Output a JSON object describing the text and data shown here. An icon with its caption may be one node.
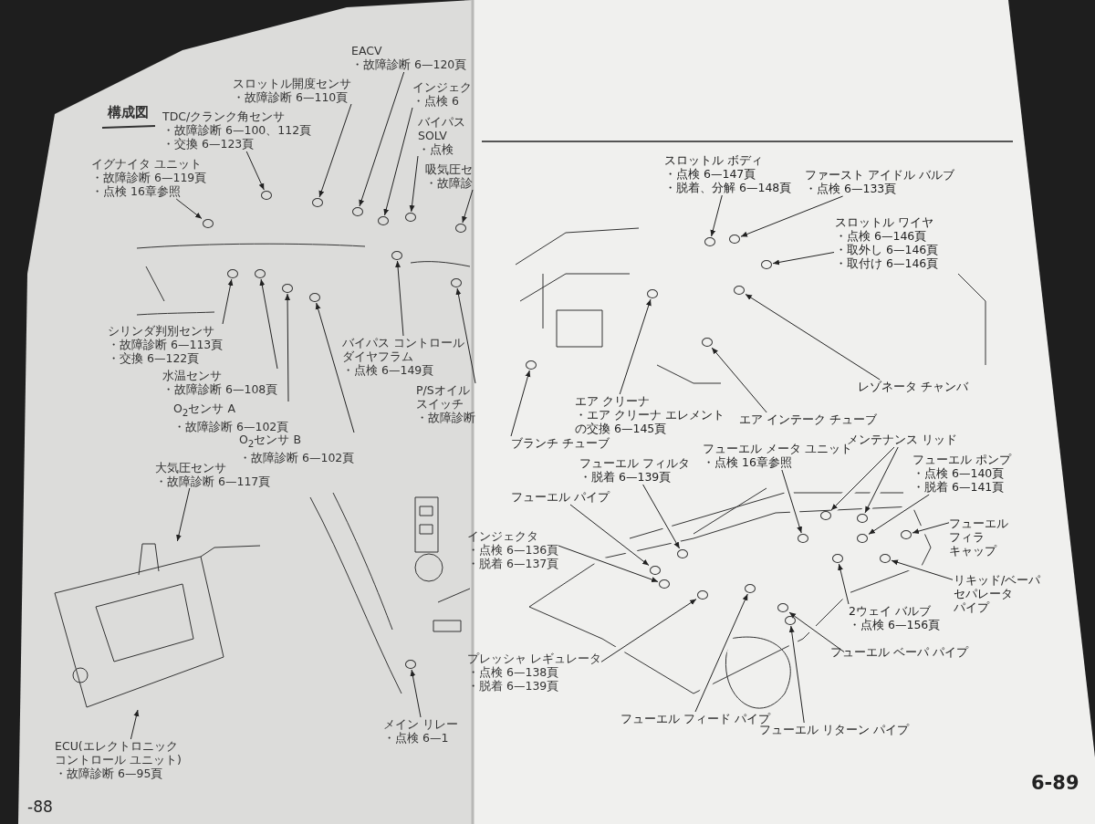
{
  "diagram": {
    "title": "構成図",
    "nodes": [
      {
        "text": [
          "イグナイタ ユニット",
          "・故障診断 6—119頁",
          "・点検 16章参照"
        ]
      },
      {
        "text": [
          "TDC/クランク角センサ",
          "・故障診断 6—100、112頁",
          "・交換 6—123頁"
        ]
      },
      {
        "text": [
          "スロットル開度センサ",
          "・故障診断 6—110頁"
        ]
      },
      {
        "text": [
          "EACV",
          "・故障診断 6—120頁"
        ]
      },
      {
        "text": [
          "インジェク",
          "・点検 6"
        ]
      },
      {
        "text": [
          "シリンダ判別センサ",
          "・故障診断 6—113頁",
          "・交換 6—122頁"
        ]
      },
      {
        "text": [
          "水温センサ",
          "・故障診断 6—108頁"
        ]
      },
      {
        "text": [
          "O$_{2}$センサ A",
          "・故障診断 6—102頁"
        ]
      },
      {
        "text": [
          "O$_{2}$センサ B",
          "・故障診断 6—102頁"
        ]
      },
      {
        "text": [
          "バイパス コントロールダイヤフラム",
          "・点検 6—149頁"
        ]
      },
      {
        "text": [
          "P/Sオイル",
          "スイッチ",
          "・故障診断"
        ]
      },
      {
        "text": [
          "大気圧センサ",
          "・故障診断 6—117頁"
        ]
      },
      {
        "text": [
          "ECU(エレクトロニックコントロール ユニット)",
          "・故障診断 6—95頁"
        ]
      },
      {
        "text": [
          "メイン リレー",
          "・点検 6—1"
        ]
      },
      {
        "text": [
          "スロットル ボディ",
          "・点検 6—147頁",
          "・脱着、分解 6—148頁"
        ]
      },
      {
        "text": [
          "ファースト アイドル バルブ",
          "・点検 6—133頁"
        ]
      },
      {
        "text": [
          "スロットル ワイヤ",
          "・点検 6—146頁",
          "・取外し 6—146頁",
          "・取付け 6—146頁"
        ]
      },
      {
        "text": [
          "エア クリーナ",
          "・エア クリーナ エレメントの交換 6—145頁"
        ]
      },
      {
        "text": [
          "エア インテーク チューブ"
        ]
      },
      {
        "text": [
          "レゾネータ チャンバ"
        ]
      },
      {
        "text": [
          "ブランチ チューブ"
        ]
      },
      {
        "text": [
          "フューエル メータ ユニット",
          "・点検 16章参照"
        ]
      },
      {
        "text": [
          "メンテナンス リッド"
        ]
      },
      {
        "text": [
          "フューエル ポンプ",
          "・点検 6—140頁",
          "・脱着 6—141頁"
        ]
      },
      {
        "text": [
          "フューエル フィルタ",
          "・脱着 6—139頁"
        ]
      },
      {
        "text": [
          "フューエル パイプ"
        ]
      },
      {
        "text": [
          "インジェクタ",
          "・点検 6—136頁",
          "・脱着 6—137頁"
        ]
      },
      {
        "text": [
          "フューエルフィラキャップ"
        ]
      },
      {
        "text": [
          "リキッド/ベーパセパレータパイプ"
        ]
      },
      {
        "text": [
          "2ウェイ バルブ",
          "・点検 6—156頁"
        ]
      },
      {
        "text": [
          "プレッシャ レギュレータ",
          "・点検 6—138頁",
          "・脱着 6—139頁"
        ]
      },
      {
        "text": [
          "フューエル ベーパ パイプ"
        ]
      },
      {
        "text": [
          "フューエル フィード パイプ"
        ]
      },
      {
        "text": [
          "フューエル リターン パイプ"
        ]
      },
      {
        "text": [
          "バイパス",
          "SOLV",
          "・点検"
        ]
      },
      {
        "text": [
          "吸気圧セ",
          "・故障診"
        ]
      },
      {
        "text": [],
        "shape": "circle"
      },
      {
        "text": [],
        "shape": "circle"
      },
      {
        "text": [],
        "shape": "circle"
      },
      {
        "text": [],
        "shape": "circle"
      },
      {
        "text": [],
        "shape": "circle"
      },
      {
        "text": [],
        "shape": "circle"
      },
      {
        "text": [],
        "shape": "circle"
      },
      {
        "text": [],
        "shape": "circle"
      },
      {
        "text": [],
        "shape": "circle"
      },
      {
        "text": [],
        "shape": "circle"
      },
      {
        "text": [],
        "shape": "circle"
      },
      {
        "text": [],
        "shape": "picture"
      },
      {
        "text": [],
        "shape": "circle"
      },
      {
        "text": [],
        "shape": "circle"
      },
      {
        "text": [],
        "shape": "circle"
      },
      {
        "text": [],
        "shape": "circle"
      },
      {
        "text": [],
        "shape": "circle"
      },
      {
        "text": [],
        "shape": "circle"
      },
      {
        "text": [],
        "shape": "circle"
      },
      {
        "text": [],
        "shape": "circle"
      },
      {
        "text": [],
        "shape": "circle"
      },
      {
        "text": [],
        "shape": "circle"
      },
      {
        "text": [],
        "shape": "circle"
      },
      {
        "text": [],
        "shape": "circle"
      },
      {
        "text": [],
        "shape": "circle"
      },
      {
        "text": [],
        "shape": "circle"
      },
      {
        "text": [],
        "shape": "circle"
      },
      {
        "text": [],
        "shape": "circle"
      },
      {
        "text": [],
        "shape": "circle"
      },
      {
        "text": [],
        "shape": "circle"
      },
      {
        "text": [],
        "shape": "circle"
      },
      {
        "text": [],
        "shape": "circle"
      },
      {
        "text": [],
        "shape": "circle"
      },
      {
        "text": [],
        "shape": "circle"
      },
      {
        "text": [],
        "shape": "circle"
      },
      {
        "text": [],
        "shape": "circle"
      }
    ],
    "edges": [
      {
        "from": 0,
        "to": 36,
        "arrow": "to"
      },
      {
        "from": 1,
        "to": 37,
        "arrow": "to"
      },
      {
        "from": 2,
        "to": 38,
        "arrow": "to"
      },
      {
        "from": 3,
        "to": 39,
        "arrow": "to"
      },
      {
        "from": 4,
        "to": 40,
        "arrow": "to"
      },
      {
        "from": 5,
        "to": 41,
        "arrow": "to"
      },
      {
        "from": 6,
        "to": 42,
        "arrow": "to"
      },
      {
        "from": 7,
        "to": 43,
        "arrow": "to"
      },
      {
        "from": 8,
        "to": 44,
        "arrow": "to"
      },
      {
        "from": 9,
        "to": 45,
        "arrow": "to"
      },
      {
        "from": 10,
        "to": 46,
        "arrow": "to"
      },
      {
        "from": 11,
        "to": 47,
        "arrow": "to"
      },
      {
        "from": 12,
        "to": 47,
        "arrow": "to"
      },
      {
        "from": 13,
        "to": 48,
        "arrow": "to"
      },
      {
        "from": 14,
        "to": 49,
        "arrow": "to"
      },
      {
        "from": 15,
        "to": 50,
        "arrow": "to"
      },
      {
        "from": 16,
        "to": 51,
        "arrow": "to"
      },
      {
        "from": 17,
        "to": 52,
        "arrow": "to"
      },
      {
        "from": 18,
        "to": 53,
        "arrow": "to"
      },
      {
        "from": 19,
        "to": 54,
        "arrow": "to"
      },
      {
        "from": 20,
        "to": 55,
        "arrow": "to"
      },
      {
        "from": 21,
        "to": 56,
        "arrow": "to"
      },
      {
        "from": 22,
        "to": 57,
        "arrow": "to"
      },
      {
        "from": 22,
        "to": 58,
        "arrow": "to"
      },
      {
        "from": 23,
        "to": 59,
        "arrow": "to"
      },
      {
        "from": 24,
        "to": 60,
        "arrow": "to"
      },
      {
        "from": 25,
        "to": 61,
        "arrow": "to"
      },
      {
        "from": 26,
        "to": 62,
        "arrow": "to"
      },
      {
        "from": 27,
        "to": 63,
        "arrow": "to"
      },
      {
        "from": 28,
        "to": 64,
        "arrow": "to"
      },
      {
        "from": 29,
        "to": 65,
        "arrow": "to"
      },
      {
        "from": 30,
        "to": 66,
        "arrow": "to"
      },
      {
        "from": 31,
        "to": 67,
        "arrow": "to"
      },
      {
        "from": 32,
        "to": 68,
        "arrow": "to"
      },
      {
        "from": 33,
        "to": 69,
        "arrow": "to"
      },
      {
        "from": 34,
        "to": 70,
        "arrow": "to"
      },
      {
        "from": 35,
        "to": 71,
        "arrow": "to"
      }
    ],
    "labels": [
      "-88",
      "6-89"
    ]
  }
}
